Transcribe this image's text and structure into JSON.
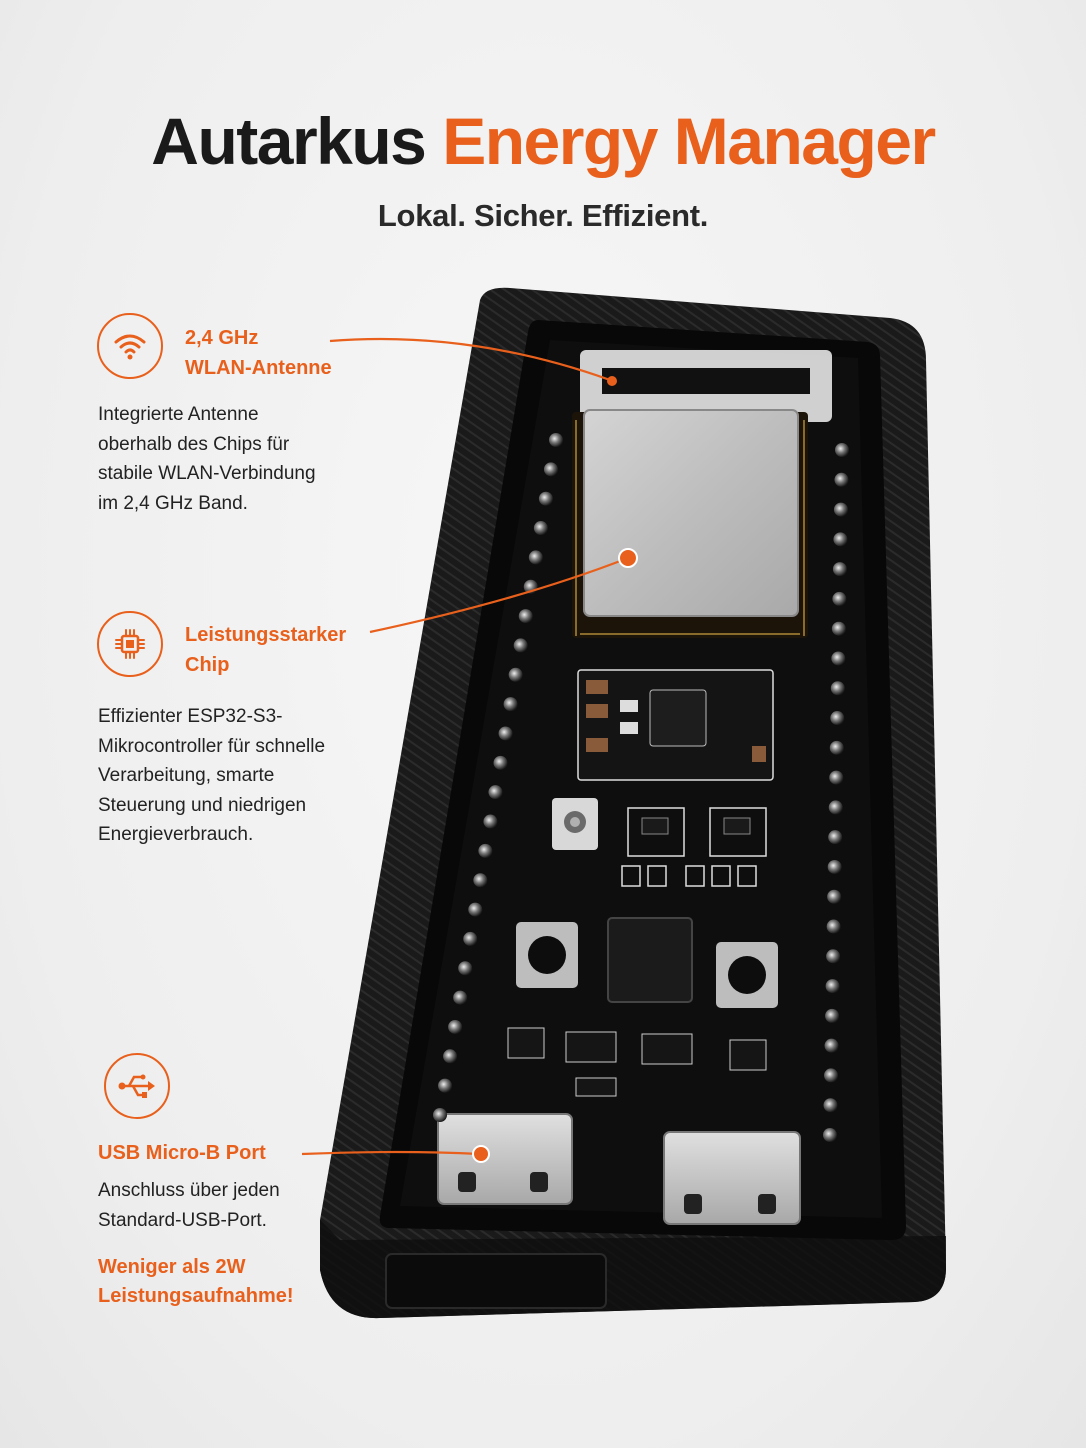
{
  "header": {
    "title_part1": "Autarkus",
    "title_part2": "Energy Manager",
    "subtitle": "Lokal. Sicher. Effizient."
  },
  "features": [
    {
      "icon": "wifi-icon",
      "title_line1": "2,4 GHz",
      "title_line2": "WLAN-Antenne",
      "desc": [
        "Integrierte Antenne",
        "oberhalb des Chips für",
        "stabile WLAN-Verbindung",
        "im 2,4 GHz Band."
      ]
    },
    {
      "icon": "chip-icon",
      "title_line1": "Leistungsstarker",
      "title_line2": "Chip",
      "desc": [
        "Effizienter ESP32-S3-",
        "Mikrocontroller für schnelle",
        "Verarbeitung, smarte",
        "Steuerung und niedrigen",
        "Energieverbrauch."
      ]
    },
    {
      "icon": "usb-icon",
      "title_line1": "USB Micro-B Port",
      "desc": [
        "Anschluss über jeden",
        "Standard-USB-Port."
      ]
    }
  ],
  "note": {
    "line1": "Weniger als 2W",
    "line2": "Leistungsaufnahme!"
  },
  "colors": {
    "accent": "#e8601c",
    "text": "#1a1a1a",
    "background": "#f2f2f2"
  }
}
